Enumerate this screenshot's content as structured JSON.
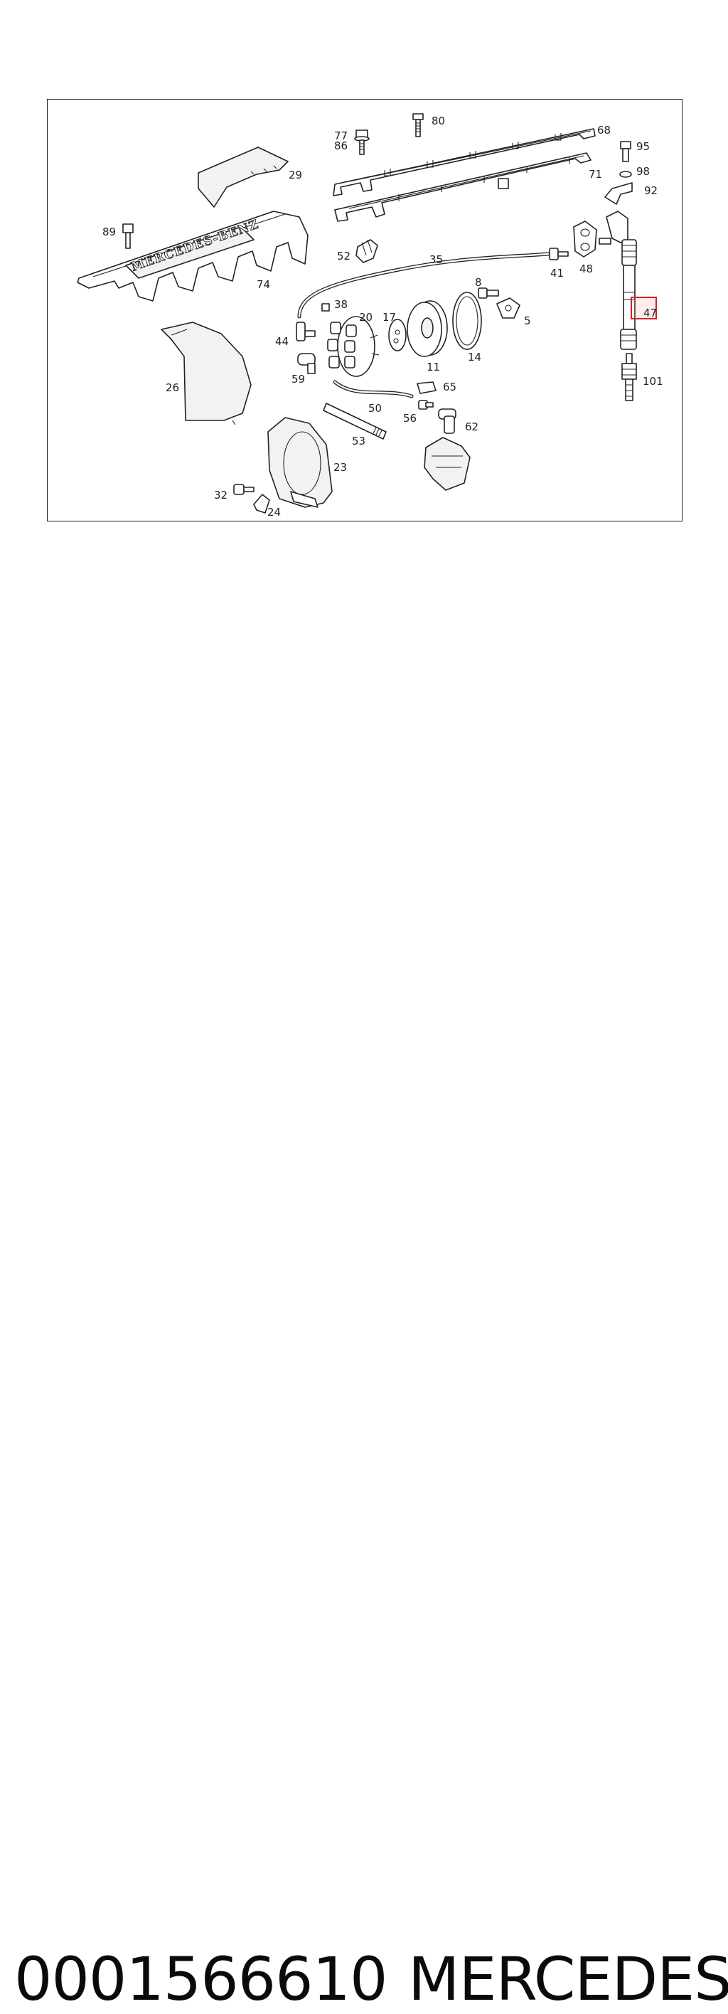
{
  "diagram": {
    "logo_text": "MERCEDES-BENZ",
    "highlighted_callout": "47",
    "callouts": {
      "c80": "80",
      "c77": "77",
      "c86": "86",
      "c68": "68",
      "c95": "95",
      "c29": "29",
      "c71": "71",
      "c98": "98",
      "c92": "92",
      "c89": "89",
      "c52": "52",
      "c35": "35",
      "c41": "41",
      "c48": "48",
      "c74": "74",
      "c8": "8",
      "c38": "38",
      "c20": "20",
      "c17": "17",
      "c5": "5",
      "c47": "47",
      "c44": "44",
      "c14": "14",
      "c11": "11",
      "c59": "59",
      "c26": "26",
      "c65": "65",
      "c101": "101",
      "c50": "50",
      "c56": "56",
      "c62": "62",
      "c53": "53",
      "c23": "23",
      "c32": "32",
      "c24": "24"
    }
  },
  "caption": {
    "part_number": "0001566610",
    "brand": "MERCEDES"
  },
  "colors": {
    "line": "#222222",
    "frame": "#1b1b3a",
    "highlight": "#d42020"
  }
}
